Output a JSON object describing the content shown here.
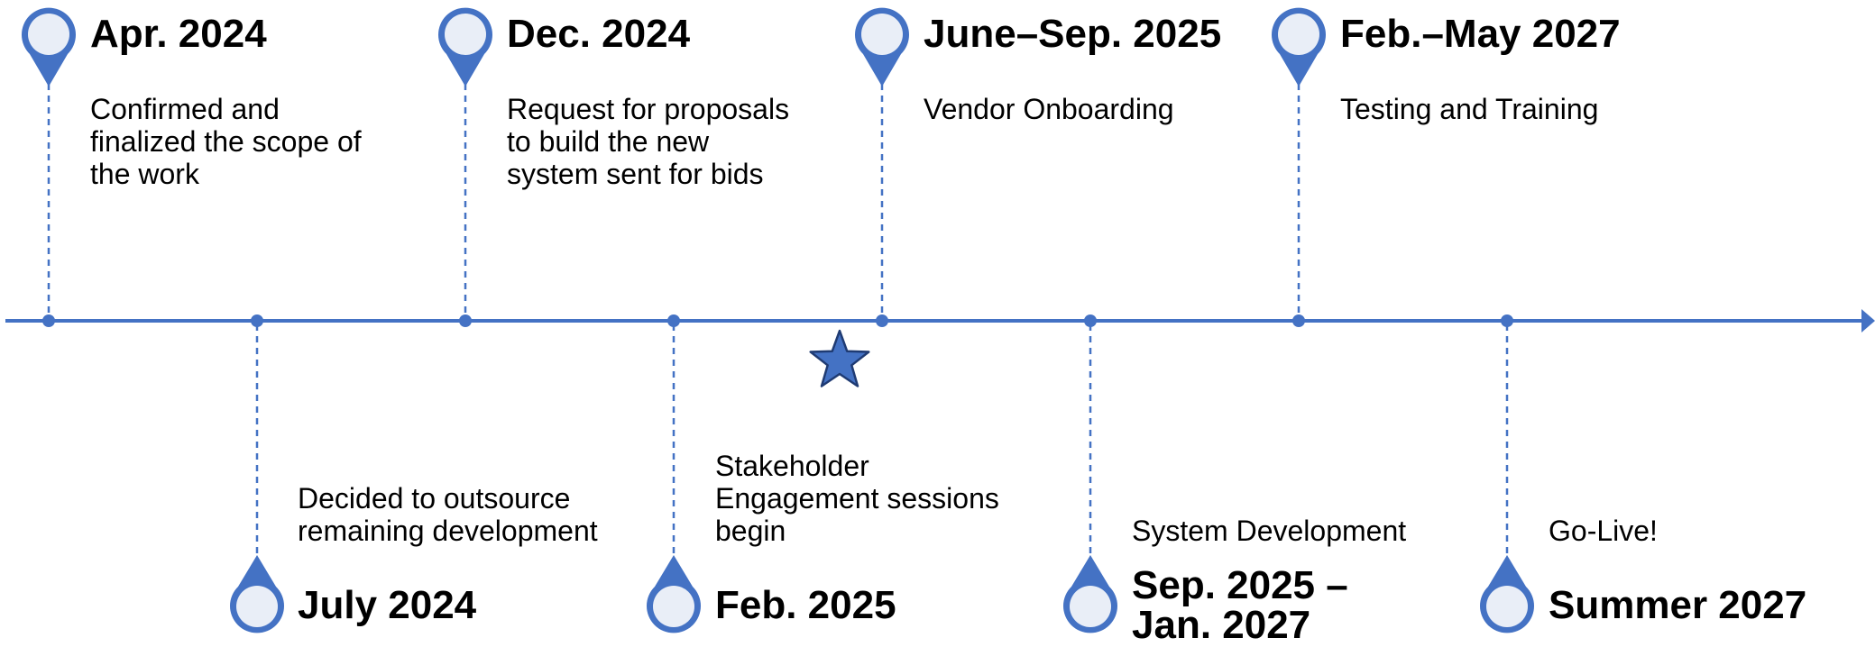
{
  "colors": {
    "accent": "#4472C4",
    "marker_fill": "#E9EEF7",
    "star_fill": "#4472C4",
    "star_stroke": "#1F3B73",
    "text": "#000000"
  },
  "timeline": {
    "star_icon": "star-icon",
    "milestones": [
      {
        "id": "m1",
        "date": "Apr. 2024",
        "description": [
          "Confirmed and",
          "finalized the scope of",
          "the work"
        ]
      },
      {
        "id": "m2",
        "date": "July 2024",
        "description": [
          "Decided to outsource",
          "remaining development"
        ]
      },
      {
        "id": "m3",
        "date": "Dec. 2024",
        "description": [
          "Request for proposals",
          "to build the new",
          "system sent for bids"
        ]
      },
      {
        "id": "m4",
        "date": "Feb. 2025",
        "description": [
          "Stakeholder",
          "Engagement sessions",
          "begin"
        ]
      },
      {
        "id": "m5",
        "date": "June–Sep. 2025",
        "description": [
          "Vendor Onboarding"
        ]
      },
      {
        "id": "m6",
        "date": [
          "Sep. 2025 –",
          "Jan. 2027"
        ],
        "description": [
          "System Development"
        ]
      },
      {
        "id": "m7",
        "date": "Feb.–May 2027",
        "description": [
          "Testing and Training"
        ]
      },
      {
        "id": "m8",
        "date": "Summer 2027",
        "description": [
          "Go-Live!"
        ]
      }
    ]
  }
}
